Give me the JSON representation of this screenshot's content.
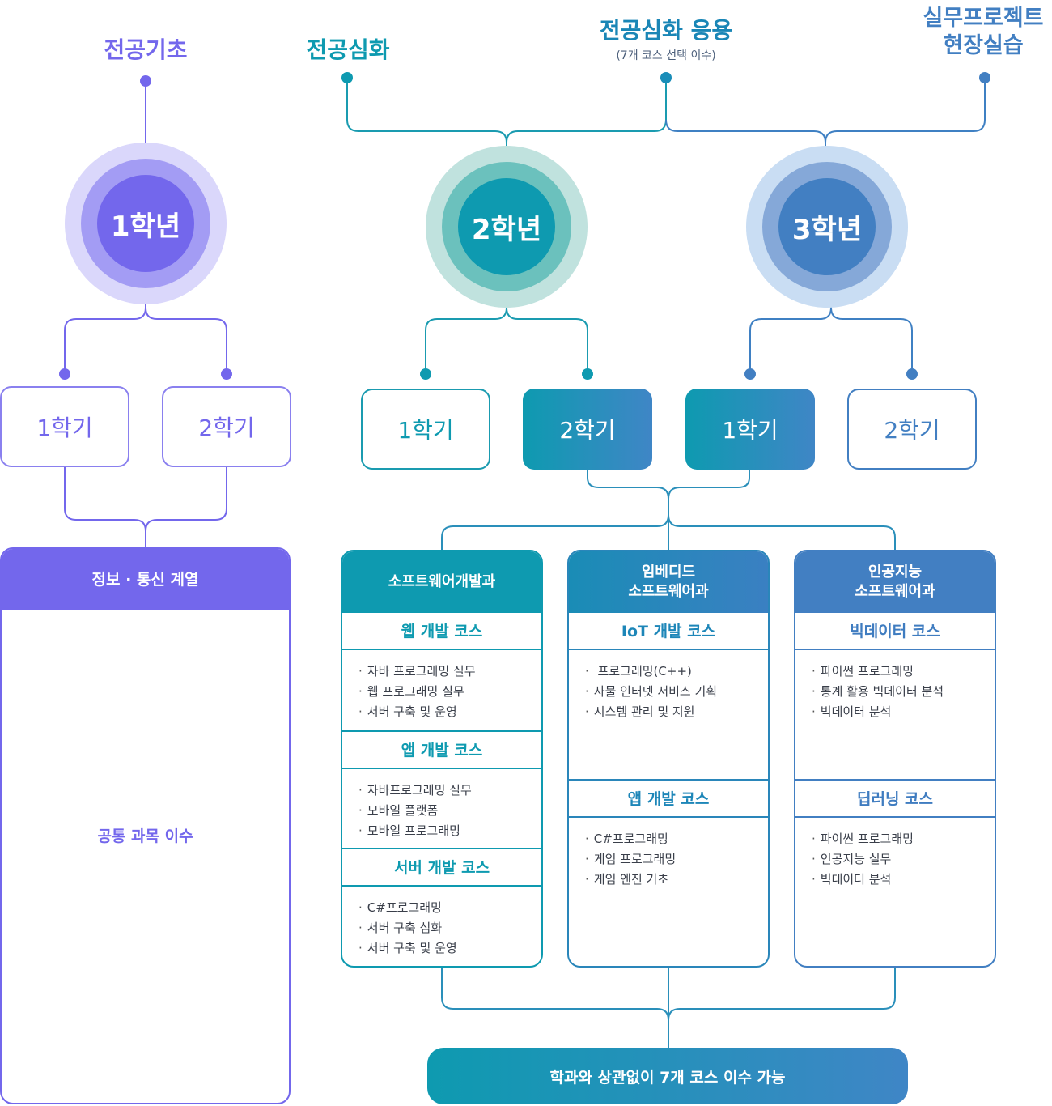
{
  "colors": {
    "purple": "#7367ec",
    "teal": "#0e9ab0",
    "blue": "#427fc2",
    "gradient_end": "#3f86c6"
  },
  "categories": {
    "foundation": {
      "label": "전공기초"
    },
    "advanced": {
      "label": "전공심화"
    },
    "applied": {
      "label": "전공심화 응용",
      "sub": "(7개 코스 선택 이수)"
    },
    "practice": {
      "label": "실무프로젝트\n현장실습"
    }
  },
  "years": [
    {
      "label": "1학년"
    },
    {
      "label": "2학년"
    },
    {
      "label": "3학년"
    }
  ],
  "semesters": [
    {
      "label": "1학기"
    },
    {
      "label": "2학기"
    },
    {
      "label": "1학기"
    },
    {
      "label": "2학기"
    },
    {
      "label": "1학기"
    },
    {
      "label": "2학기"
    }
  ],
  "common": {
    "title": "정보 · 통신 계열",
    "body": "공통 과목 이수"
  },
  "departments": [
    {
      "name": "소프트웨어개발과",
      "courses": [
        {
          "title": "웹 개발 코스",
          "items": [
            "자바 프로그래밍 실무",
            "웹 프로그래밍 실무",
            "서버 구축 및 운영"
          ]
        },
        {
          "title": "앱 개발 코스",
          "items": [
            "자바프로그래밍 실무",
            "모바일 플랫폼",
            "모바일 프로그래밍"
          ]
        },
        {
          "title": "서버 개발 코스",
          "items": [
            "C#프로그래밍",
            "서버 구축 심화",
            "서버 구축 및 운영"
          ]
        }
      ]
    },
    {
      "name": "임베디드\n소프트웨어과",
      "courses": [
        {
          "title": "IoT 개발 코스",
          "items": [
            " 프로그래밍(C++)",
            "사물 인터넷 서비스 기획",
            "시스템 관리 및 지원"
          ]
        },
        {
          "title": "앱 개발 코스",
          "items": [
            "C#프로그래밍",
            "게임 프로그래밍",
            "게임 엔진 기초"
          ]
        }
      ]
    },
    {
      "name": "인공지능\n소프트웨어과",
      "courses": [
        {
          "title": "빅데이터 코스",
          "items": [
            "파이썬 프로그래밍",
            "통계 활용 빅데이터 분석",
            "빅데이터 분석"
          ]
        },
        {
          "title": "딥러닝 코스",
          "items": [
            "파이썬 프로그래밍",
            "인공지능 실무",
            "빅데이터 분석"
          ]
        }
      ]
    }
  ],
  "final": {
    "label": "학과와 상관없이 7개 코스 이수 가능"
  }
}
